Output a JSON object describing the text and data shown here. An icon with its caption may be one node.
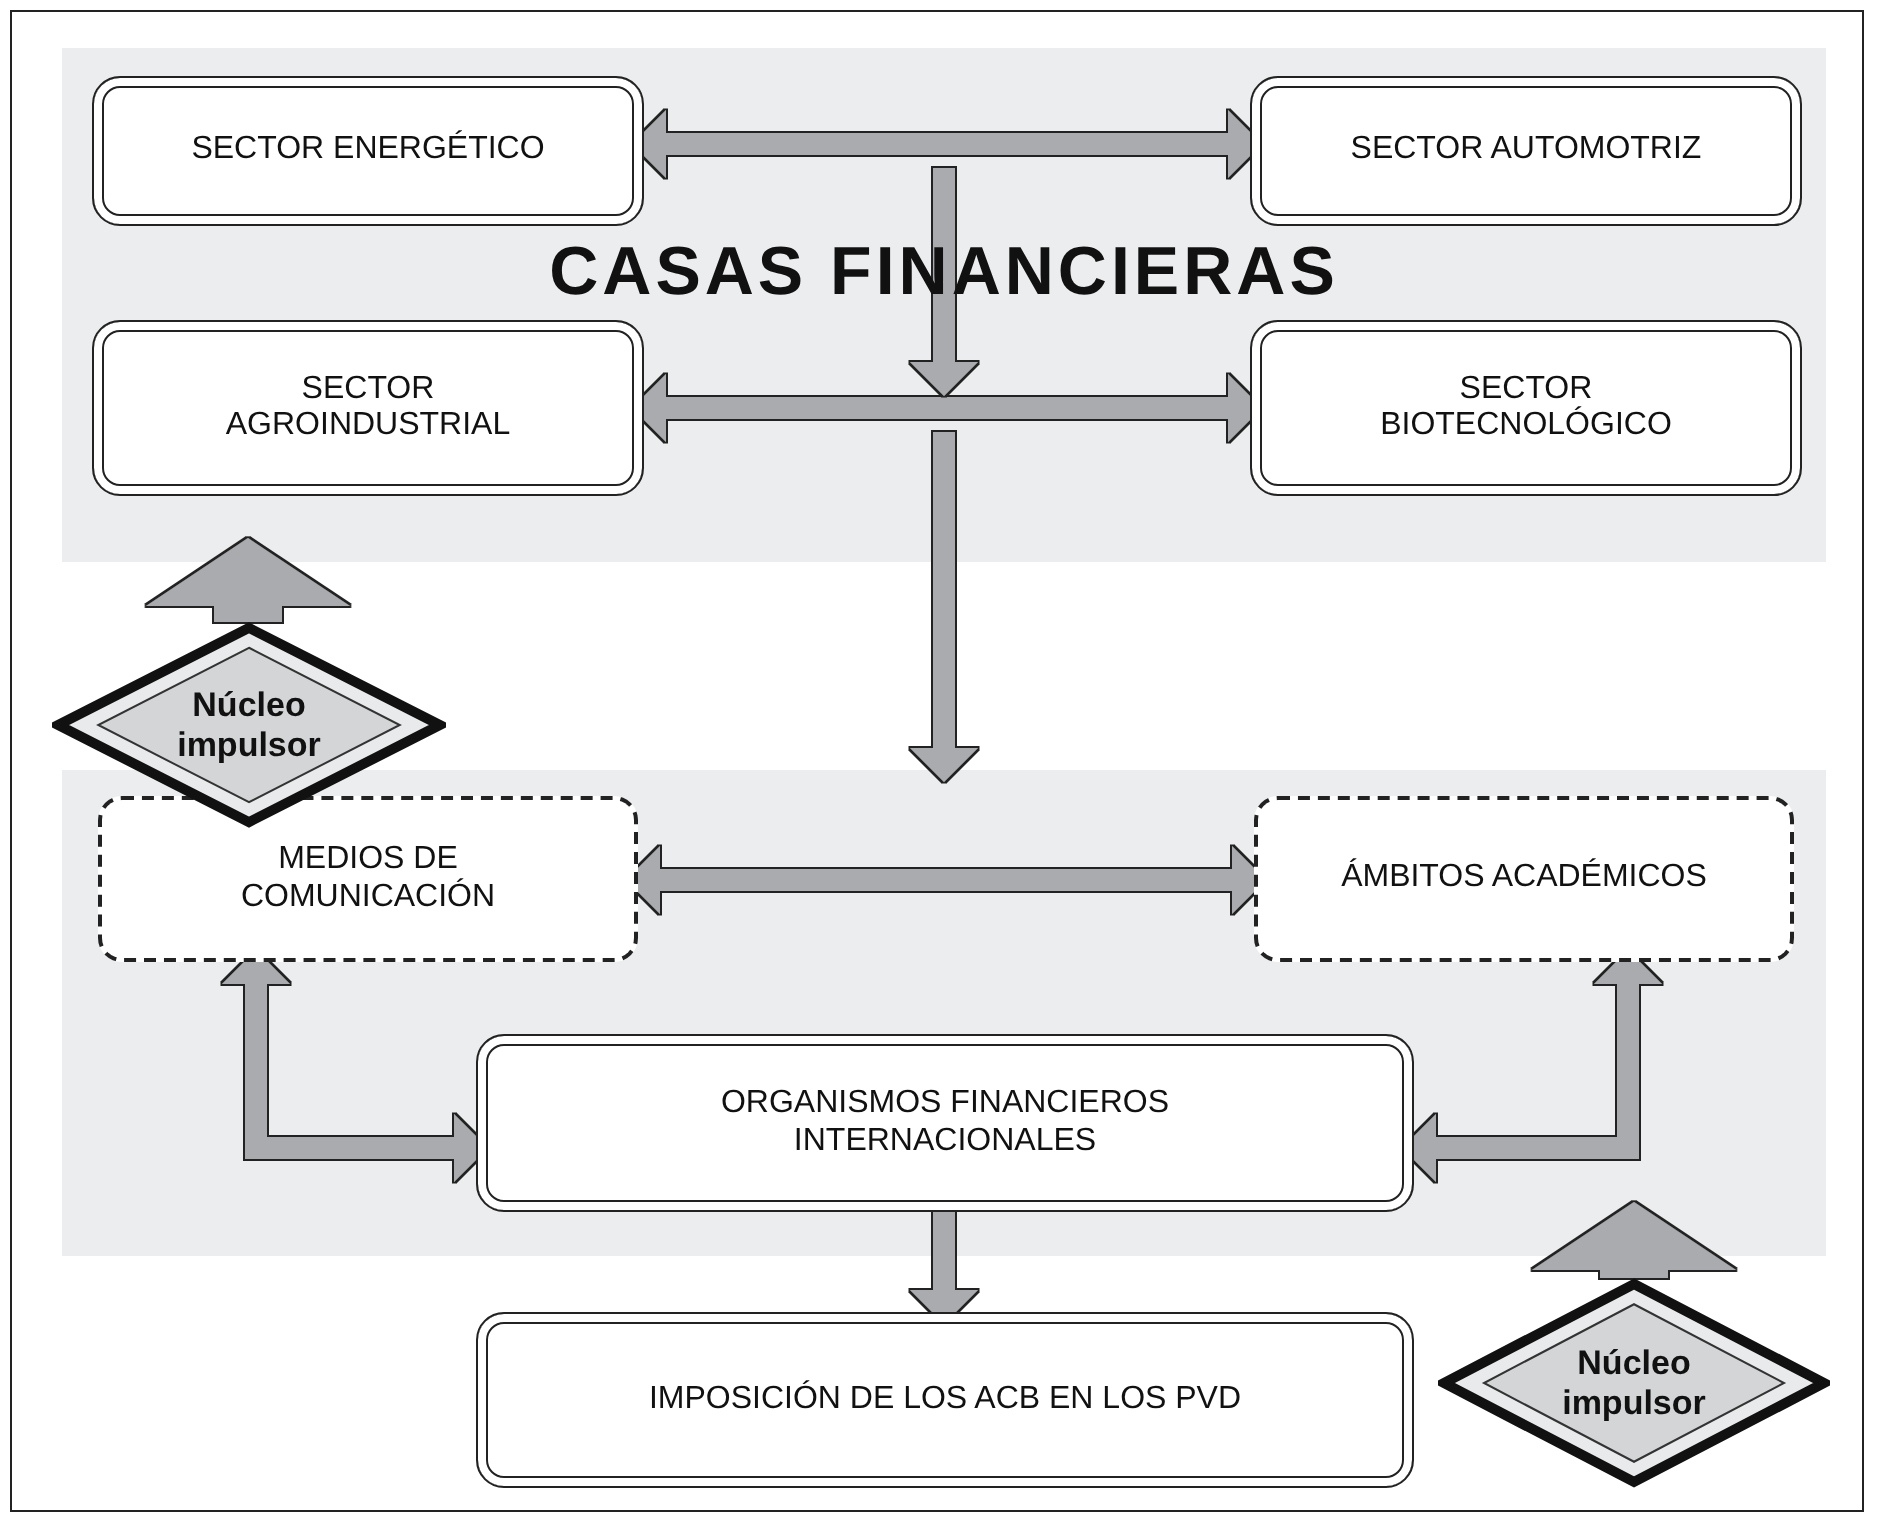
{
  "diagram": {
    "nodes": [
      {
        "text": [
          "CASAS FINANCIERAS"
        ]
      },
      {
        "text": [
          "SECTOR ENERGÉTICO"
        ],
        "in": 0
      },
      {
        "text": [
          "SECTOR AUTOMOTRIZ"
        ],
        "in": 0
      },
      {
        "text": [
          "SECTOR AGROINDUSTRIAL"
        ],
        "in": 0
      },
      {
        "text": [
          "SECTOR BIOTECNOLÓGICO"
        ],
        "in": 0
      },
      {
        "text": [
          "Núcleo impulsor"
        ]
      },
      {
        "text": [],
        "shape": "box"
      },
      {
        "text": [
          "MEDIOS DE COMUNICACIÓN"
        ],
        "in": 6
      },
      {
        "text": [
          "ÁMBITOS ACADÉMICOS"
        ],
        "in": 6
      },
      {
        "text": [
          "ORGANISMOS FINANCIEROS INTERNACIONALES"
        ],
        "in": 6
      },
      {
        "text": [
          "IMPOSICIÓN DE LOS ACB EN LOS PVD"
        ]
      },
      {
        "text": [
          "Núcleo impulsor"
        ]
      }
    ],
    "edges": [
      {
        "from": 1,
        "to": 2,
        "arrow": "both"
      },
      {
        "from": 3,
        "to": 4,
        "arrow": "both"
      },
      {
        "from": null,
        "to": 6,
        "arrow": "to"
      },
      {
        "from": 5,
        "to": 0,
        "arrow": "to",
        "style": "thick"
      },
      {
        "from": 7,
        "to": 8,
        "arrow": "both"
      },
      {
        "from": 7,
        "to": 9,
        "arrow": "both"
      },
      {
        "from": 8,
        "to": 9,
        "arrow": "both"
      },
      {
        "from": 9,
        "to": 10,
        "arrow": "to"
      },
      {
        "from": 11,
        "to": 6,
        "arrow": "to",
        "style": "thick"
      }
    ]
  }
}
